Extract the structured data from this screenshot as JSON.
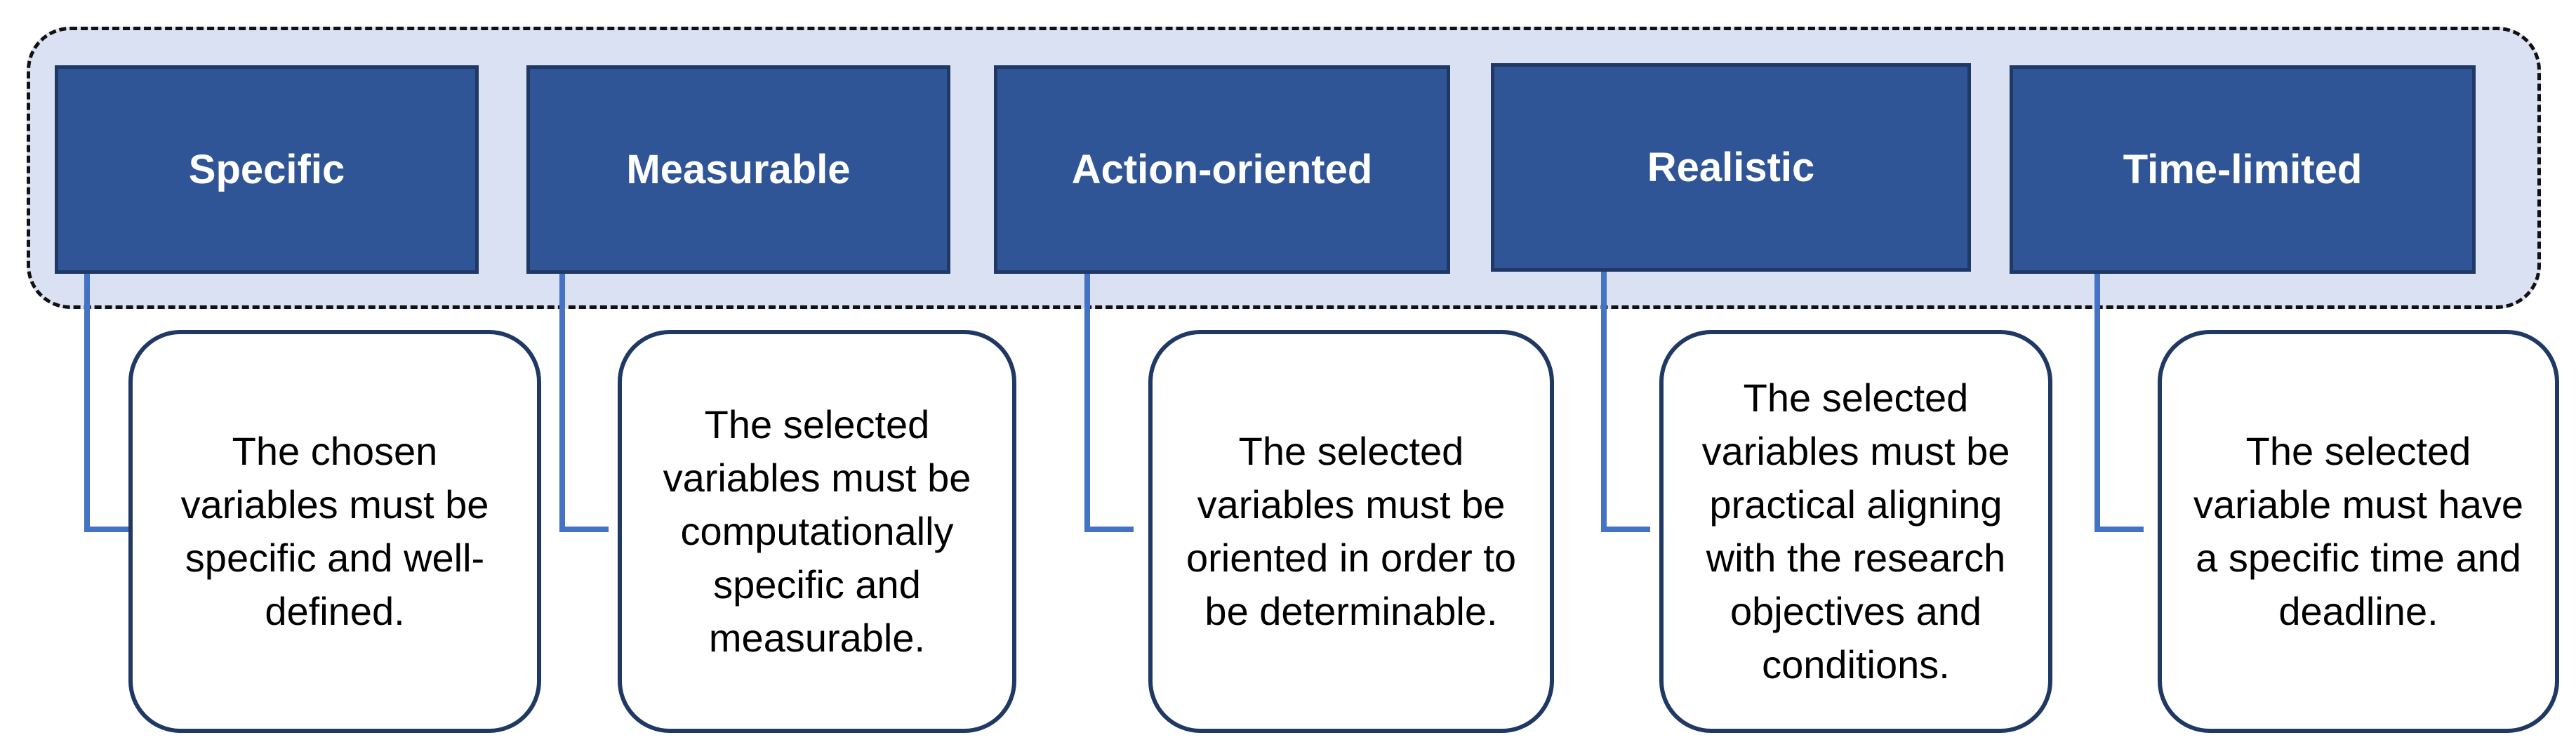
{
  "diagram": {
    "columns": [
      {
        "title": "Specific",
        "description": "The chosen variables must be specific and well-defined."
      },
      {
        "title": "Measurable",
        "description": "The selected variables must be computationally specific and measurable."
      },
      {
        "title": "Action-oriented",
        "description": "The selected variables must be oriented in order to be determinable."
      },
      {
        "title": "Realistic",
        "description": "The selected variables must be practical aligning with the research objectives and conditions."
      },
      {
        "title": "Time-limited",
        "description": "The selected variable must have a specific time and deadline."
      }
    ],
    "colors": {
      "band_fill": "#d9e1f2",
      "header_fill": "#2f5597",
      "header_border": "#1f3864",
      "connector": "#4472c4",
      "card_border": "#1f3864"
    }
  }
}
